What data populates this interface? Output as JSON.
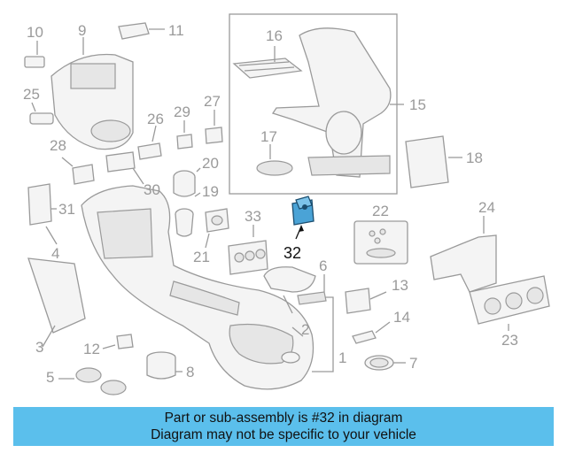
{
  "diagram": {
    "part_numbers": [
      "1",
      "2",
      "3",
      "4",
      "5",
      "6",
      "7",
      "8",
      "9",
      "10",
      "11",
      "12",
      "13",
      "14",
      "15",
      "16",
      "17",
      "18",
      "19",
      "20",
      "21",
      "22",
      "23",
      "24",
      "25",
      "26",
      "27",
      "28",
      "29",
      "30",
      "31",
      "32",
      "33"
    ],
    "highlighted_part": "32",
    "highlight_color": "#4aa3d6"
  },
  "banner": {
    "line1": "Part or sub-assembly is #32 in diagram",
    "line2": "Diagram may not be specific to your vehicle",
    "background": "#5bbfec"
  }
}
